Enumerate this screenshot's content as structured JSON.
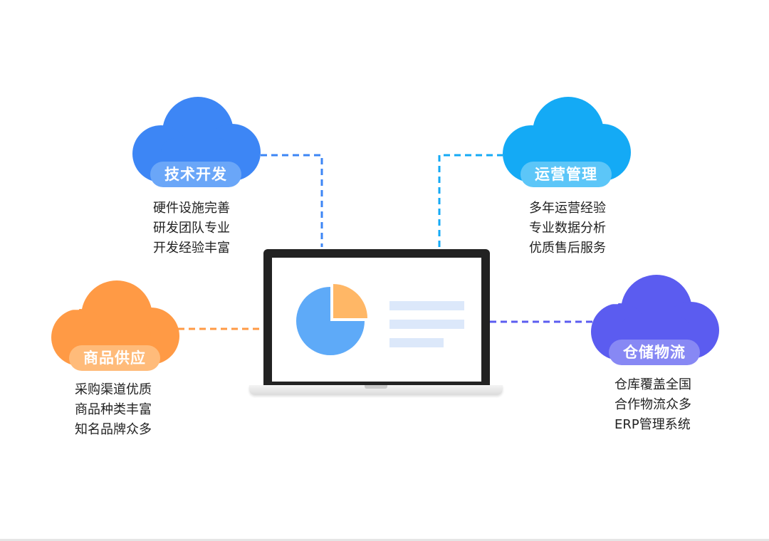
{
  "nodes": [
    {
      "id": "tech",
      "title": "技术开发",
      "icon": "code-file-icon",
      "color": "#3d86f5",
      "pill_color": "#6aa6f8",
      "items": [
        "硬件设施完善",
        "研发团队专业",
        "开发经验丰富"
      ]
    },
    {
      "id": "ops",
      "title": "运营管理",
      "icon": "atom-icon",
      "color": "#14aaf5",
      "pill_color": "#5cc6f8",
      "items": [
        "多年运营经验",
        "专业数据分析",
        "优质售后服务"
      ]
    },
    {
      "id": "supply",
      "title": "商品供应",
      "icon": "gift-icon",
      "color": "#ff9a45",
      "pill_color": "#ffbb7a",
      "items": [
        "采购渠道优质",
        "商品种类丰富",
        "知名品牌众多"
      ]
    },
    {
      "id": "logistics",
      "title": "仓储物流",
      "icon": "warehouse-icon",
      "color": "#5b5cf0",
      "pill_color": "#8788f4",
      "items": [
        "仓库覆盖全国",
        "合作物流众多",
        "ERP管理系统"
      ]
    }
  ],
  "laptop": {
    "pie_colors": [
      "#5eaaf8",
      "#ffb766"
    ],
    "bar_color": "#dce8fa"
  }
}
